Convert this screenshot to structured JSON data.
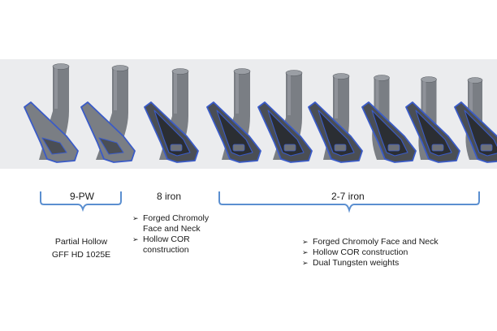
{
  "groups": [
    {
      "label": "9-PW",
      "description": [
        "Partial Hollow",
        "GFF HD 1025E"
      ]
    },
    {
      "label": "8 iron",
      "bullets": [
        "Forged Chromoly Face and Neck",
        "Hollow COR construction"
      ]
    },
    {
      "label": "2-7 iron",
      "bullets": [
        "Forged Chromoly Face and Neck",
        "Hollow COR construction",
        "Dual Tungsten weights"
      ]
    }
  ],
  "bullet_marker": "➢",
  "colors": {
    "background_band": "#ebecee",
    "club_fill": "#7a7e84",
    "club_dark": "#2b2e33",
    "outline": "#3a5bc7",
    "bracket": "#5b8fd0"
  },
  "clubs": [
    {
      "name": "club-1"
    },
    {
      "name": "club-2"
    },
    {
      "name": "club-3"
    },
    {
      "name": "club-4"
    },
    {
      "name": "club-5"
    },
    {
      "name": "club-6"
    },
    {
      "name": "club-7"
    },
    {
      "name": "club-8"
    },
    {
      "name": "club-9"
    }
  ]
}
